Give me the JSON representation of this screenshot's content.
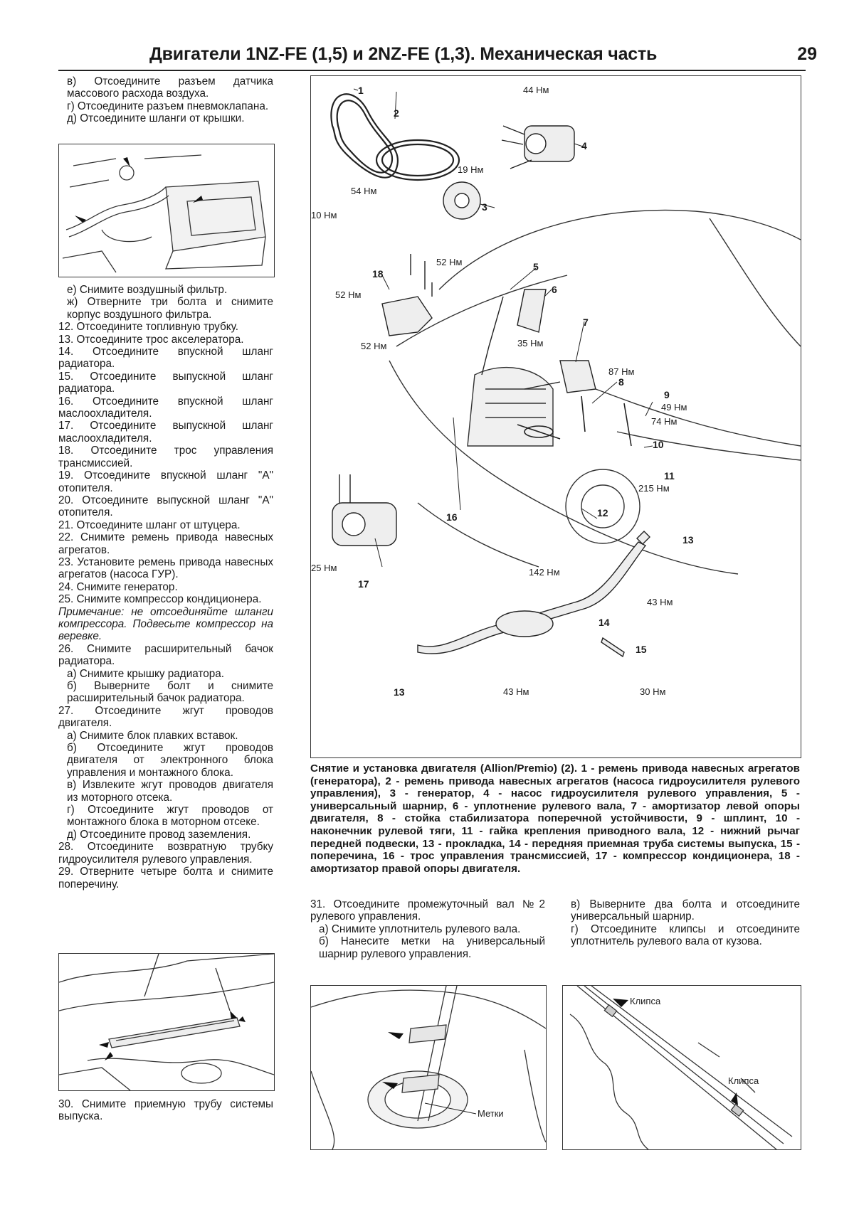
{
  "header": {
    "title": "Двигатели 1NZ-FE (1,5) и 2NZ-FE (1,3). Механическая часть",
    "page_number": "29"
  },
  "left_col_top": [
    "в) Отсоедините разъем датчика массового расхода воздуха.",
    "г) Отсоедините разъем пневмоклапана.",
    "д) Отсоедините шланги от крышки."
  ],
  "left_col_main": [
    "е) Снимите воздушный фильтр.",
    "ж) Отверните три болта и снимите корпус воздушного фильтра.",
    "12. Отсоедините топливную трубку.",
    "13. Отсоедините трос акселератора.",
    "14. Отсоедините впускной шланг радиатора.",
    "15. Отсоедините выпускной шланг радиатора.",
    "16. Отсоедините впускной шланг маслоохладителя.",
    "17. Отсоедините выпускной шланг маслоохладителя.",
    "18. Отсоедините трос управления трансмиссией.",
    "19. Отсоедините впускной шланг \"А\" отопителя.",
    "20. Отсоедините выпускной шланг \"А\" отопителя.",
    "21. Отсоедините шланг от штуцера.",
    "22. Снимите ремень привода навесных агрегатов.",
    "23. Установите ремень привода навесных агрегатов (насоса ГУР).",
    "24. Снимите генератор.",
    "25. Снимите компрессор кондиционера.",
    "Примечание: не отсоединяйте шланги компрессора. Подвесьте компрессор на веревке.",
    "26. Снимите расширительный бачок радиатора.",
    "а) Снимите крышку радиатора.",
    "б) Выверните болт и снимите расширительный бачок радиатора.",
    "27. Отсоедините жгут проводов двигателя.",
    "а) Снимите блок плавких вставок.",
    "б) Отсоедините жгут проводов двигателя от электронного блока управления и монтажного блока.",
    "в) Извлеките жгут проводов двигателя из моторного отсека.",
    "г) Отсоедините жгут проводов от монтажного блока в моторном отсеке.",
    "д) Отсоедините провод заземления.",
    "28. Отсоедините возвратную трубку гидроусилителя рулевого управления.",
    "29. Отверните четыре болта и снимите поперечину."
  ],
  "left_col_bottom": "30. Снимите приемную трубу системы выпуска.",
  "main_figure": {
    "torques": [
      "44 Нм",
      "19 Нм",
      "54 Нм",
      "10 Нм",
      "52 Нм",
      "52 Нм",
      "52 Нм",
      "35 Нм",
      "87 Нм",
      "49 Нм",
      "74 Нм",
      "215 Нм",
      "25 Нм",
      "142 Нм",
      "43 Нм",
      "43 Нм",
      "30 Нм"
    ],
    "callouts": [
      "1",
      "2",
      "3",
      "4",
      "5",
      "6",
      "7",
      "8",
      "9",
      "10",
      "11",
      "12",
      "13",
      "13",
      "14",
      "15",
      "16",
      "17",
      "18"
    ]
  },
  "caption": "Снятие и установка двигателя (Allion/Premio) (2). 1 - ремень привода навесных агрегатов (генератора), 2 - ремень привода навесных агрегатов (насоса гидроусилителя рулевого управления), 3 - генератор, 4 - насос гидроусилителя рулевого управления, 5 - универсальный шарнир, 6 - уплотнение рулевого вала, 7 - амортизатор левой опоры двигателя, 8 - стойка стабилизатора поперечной устойчивости, 9 - шплинт, 10 - наконечник рулевой тяги, 11 - гайка крепления приводного вала, 12 - нижний рычаг передней подвески, 13 - прокладка, 14 - передняя приемная труба системы выпуска, 15 - поперечина, 16 - трос управления трансмиссией, 17 - компрессор кондиционера, 18 - амортизатор правой опоры двигателя.",
  "mid_col": [
    "31. Отсоедините промежуточный вал №2 рулевого управления.",
    "а) Снимите уплотнитель рулевого вала.",
    "б) Нанесите метки на универсальный шарнир рулевого управления."
  ],
  "right_col": [
    "в) Выверните два болта и отсоедините универсальный шарнир.",
    "г) Отсоедините клипсы и отсоедините уплотнитель рулевого вала от кузова."
  ],
  "fig_marks_label": "Метки",
  "fig_clips": [
    "Клипса",
    "Клипса"
  ]
}
